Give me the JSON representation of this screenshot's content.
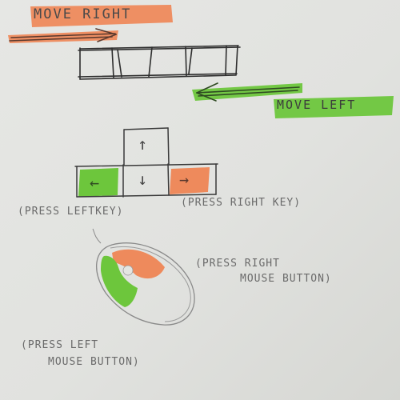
{
  "move_right": {
    "label": "MOVE RIGHT",
    "color": "#ee8a5c"
  },
  "move_left": {
    "label": "MOVE LEFT",
    "color": "#6dc63c"
  },
  "keys": {
    "up_symbol": "↑",
    "down_symbol": "↓",
    "left_symbol": "←",
    "right_symbol": "→"
  },
  "labels": {
    "press_left_key": "(PRESS LEFTKEY)",
    "press_right_key": "(PRESS RIGHT KEY)",
    "press_right_mouse_line1": "(PRESS RIGHT",
    "press_right_mouse_line2": "MOUSE BUTTON)",
    "press_left_mouse_line1": "(PRESS LEFT",
    "press_left_mouse_line2": "MOUSE BUTTON)"
  },
  "colors": {
    "orange": "#ee8a5c",
    "green": "#6dc63c",
    "ink": "#3e3e3e",
    "pencil": "#8a8a8a"
  },
  "icons": [
    "arrow-right-icon",
    "arrow-left-icon",
    "arrow-up-icon",
    "arrow-down-icon",
    "mouse-icon"
  ]
}
